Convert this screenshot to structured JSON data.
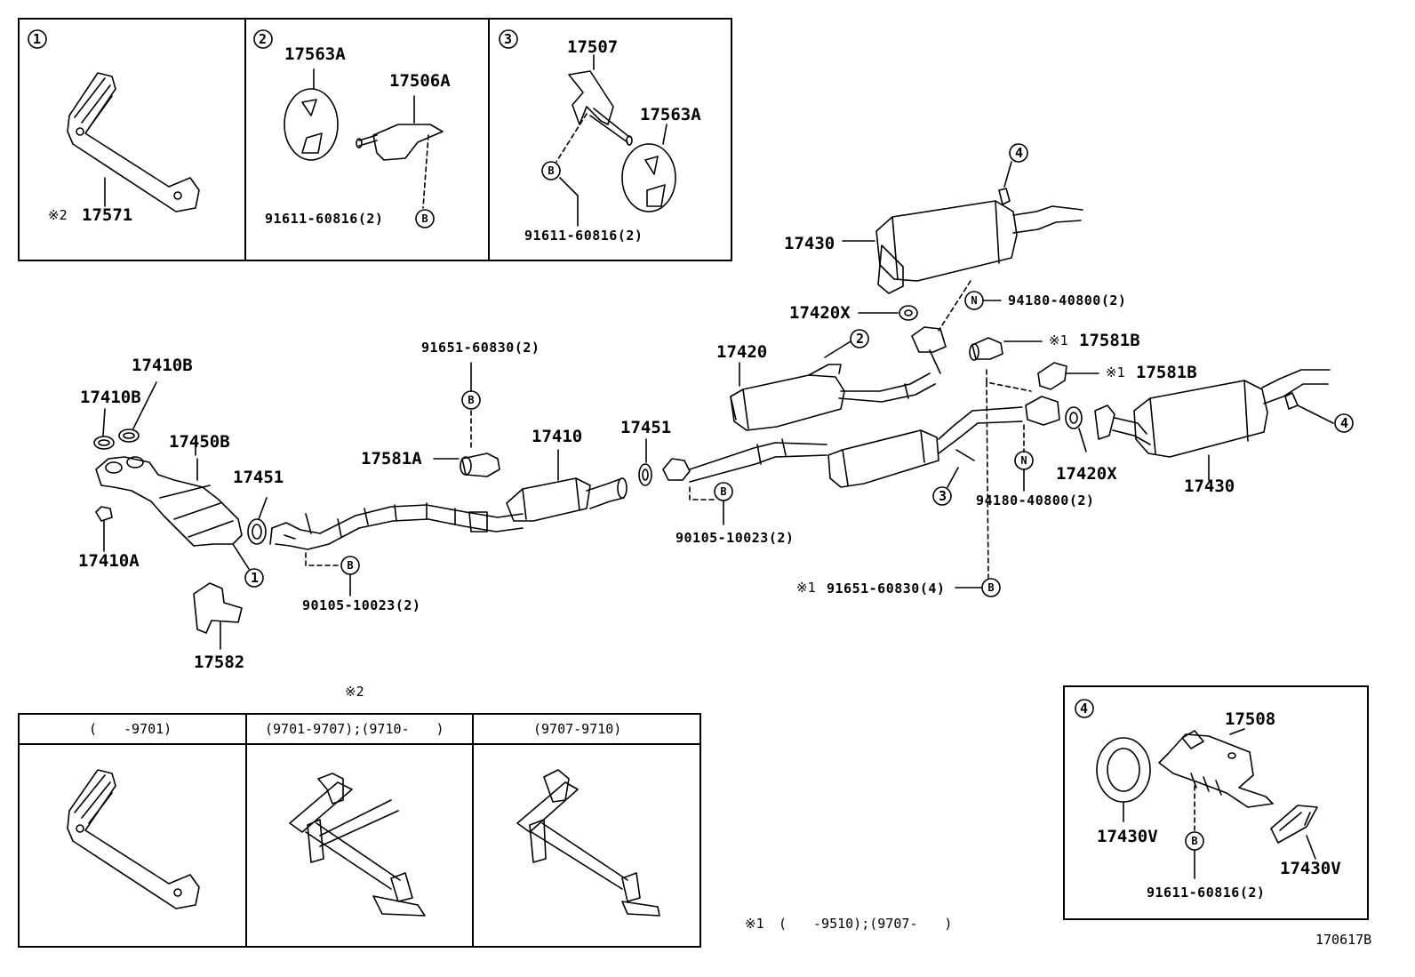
{
  "panel1": {
    "circle": "1",
    "mark": "※2",
    "part": "17571"
  },
  "panel2": {
    "circle": "2",
    "a": "17563A",
    "b": "17506A",
    "bolt": "91611-60816(2)"
  },
  "panel3": {
    "circle": "3",
    "a": "17507",
    "b": "17563A",
    "bolt": "91611-60816(2)"
  },
  "main": {
    "p17410B_1": "17410B",
    "p17410B_2": "17410B",
    "p17450B": "17450B",
    "p17410A": "17410A",
    "p17451_a": "17451",
    "p17582": "17582",
    "p90105_a": "90105-10023(2)",
    "p91651_a": "91651-60830(2)",
    "p17581A": "17581A",
    "p17410": "17410",
    "p17451_b": "17451",
    "p90105_b": "90105-10023(2)",
    "p17420": "17420",
    "p17430_top": "17430",
    "p17420X_top": "17420X",
    "p94180_top": "94180-40800(2)",
    "p17581B_a": "17581B",
    "p17581B_b": "17581B",
    "mark1_a": "※1",
    "mark1_b": "※1",
    "mark1_c": "※1",
    "p94180_bot": "94180-40800(2)",
    "p17420X_bot": "17420X",
    "p17430_right": "17430",
    "p91651_b": "91651-60830(4)",
    "c1": "1",
    "c2": "2",
    "c3": "3",
    "c4a": "4",
    "c4b": "4"
  },
  "bottom": {
    "mark2": "※2",
    "col1": "(　　-9701)",
    "col2": "(9701-9707);(9710-　　)",
    "col3": "(9707-9710)",
    "note_mark": "※1",
    "note_text": "(　　-9510);(9707-　　)"
  },
  "panel4": {
    "circle": "4",
    "a": "17508",
    "b": "17430V",
    "c": "17430V",
    "bolt": "91611-60816(2)"
  },
  "code": "170617B",
  "circle_B": "B",
  "circle_N": "N"
}
